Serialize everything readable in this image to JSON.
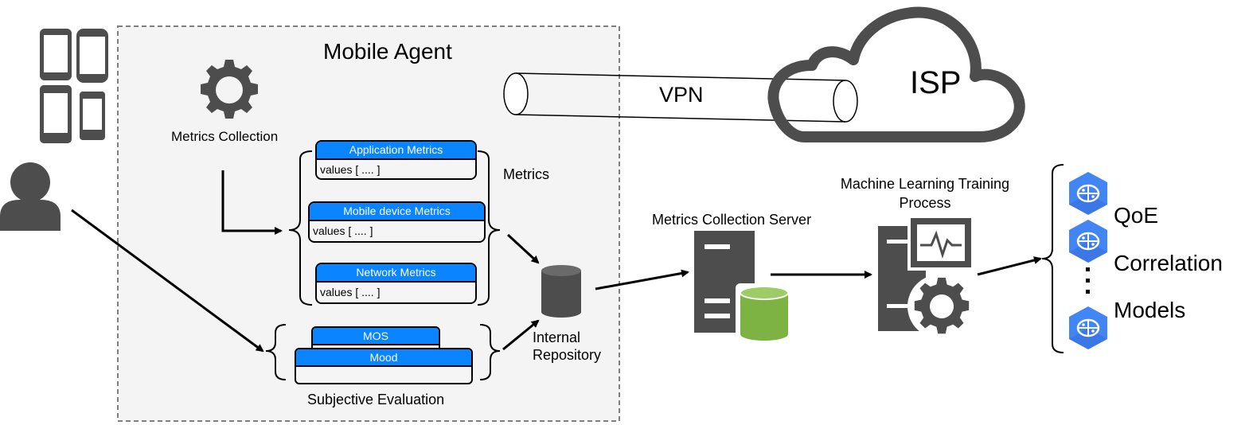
{
  "agent": {
    "title": "Mobile Agent"
  },
  "metrics_collection_label": "Metrics Collection",
  "metric_boxes": [
    {
      "header": "Application Metrics",
      "values": "values [ .... ]"
    },
    {
      "header": "Mobile device Metrics",
      "values": "values [ .... ]"
    },
    {
      "header": "Network Metrics",
      "values": "values [ .... ]"
    }
  ],
  "metrics_group_label": "Metrics",
  "subjective": {
    "top": "MOS",
    "bottom": "Mood",
    "label": "Subjective Evaluation"
  },
  "repository_label": [
    "Internal",
    "Repository"
  ],
  "vpn_label": "VPN",
  "isp_label": "ISP",
  "server_label": "Metrics Collection Server",
  "ml_label": [
    "Machine Learning Training",
    "Process"
  ],
  "models": [
    "QoE",
    "Correlation",
    "Models"
  ],
  "colors": {
    "accent": "#0a84ff",
    "icon": "#4d4d4d",
    "db_green": "#7cb342",
    "ai_blue": "#4285f4"
  }
}
